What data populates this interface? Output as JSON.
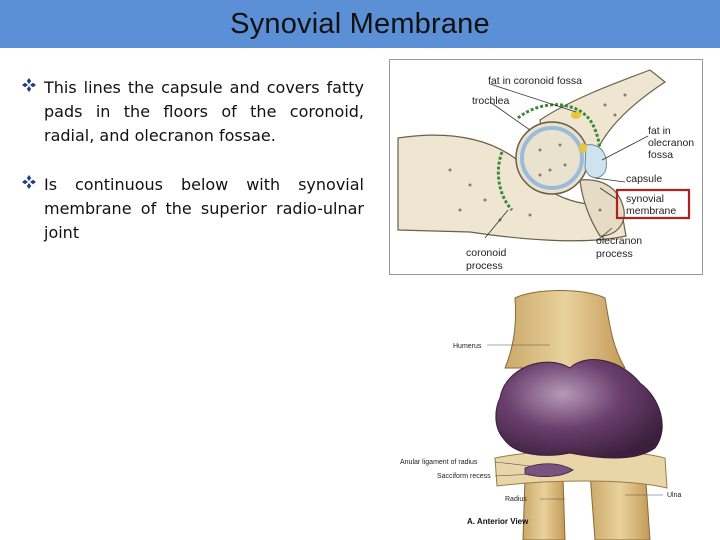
{
  "slide": {
    "title": "Synovial Membrane",
    "bullets": [
      {
        "icon": "diamond-bullet-icon",
        "text": "This lines the capsule and covers fatty pads in the floors of the coronoid, radial, and olecranon fossae."
      },
      {
        "icon": "diamond-bullet-icon",
        "text": "Is continuous below with synovial membrane of the superior radio-ulnar joint"
      }
    ]
  },
  "figure_sagittal": {
    "labels": {
      "fat_coronoid": "fat in coronoid fossa",
      "trochlea": "trochlea",
      "fat_olecranon_1": "fat in",
      "fat_olecranon_2": "olecranon",
      "fat_olecranon_3": "fossa",
      "capsule": "capsule",
      "synovial_1": "synovial",
      "synovial_2": "membrane",
      "olecranon_process_1": "olecranon",
      "olecranon_process_2": "process",
      "coronoid_process_1": "coronoid",
      "coronoid_process_2": "process"
    },
    "highlight_color": "#b0201e"
  },
  "figure_anterior": {
    "labels": {
      "humerus": "Humerus",
      "anular": "Anular ligament of radius",
      "sacciform": "Sacciform recess",
      "radius": "Radius",
      "ulna": "Ulna",
      "caption": "A. Anterior View"
    },
    "membrane_color": "#6b3f6e"
  },
  "colors": {
    "title_bar": "#5b8fd6",
    "bullet": "#1f3c88"
  }
}
